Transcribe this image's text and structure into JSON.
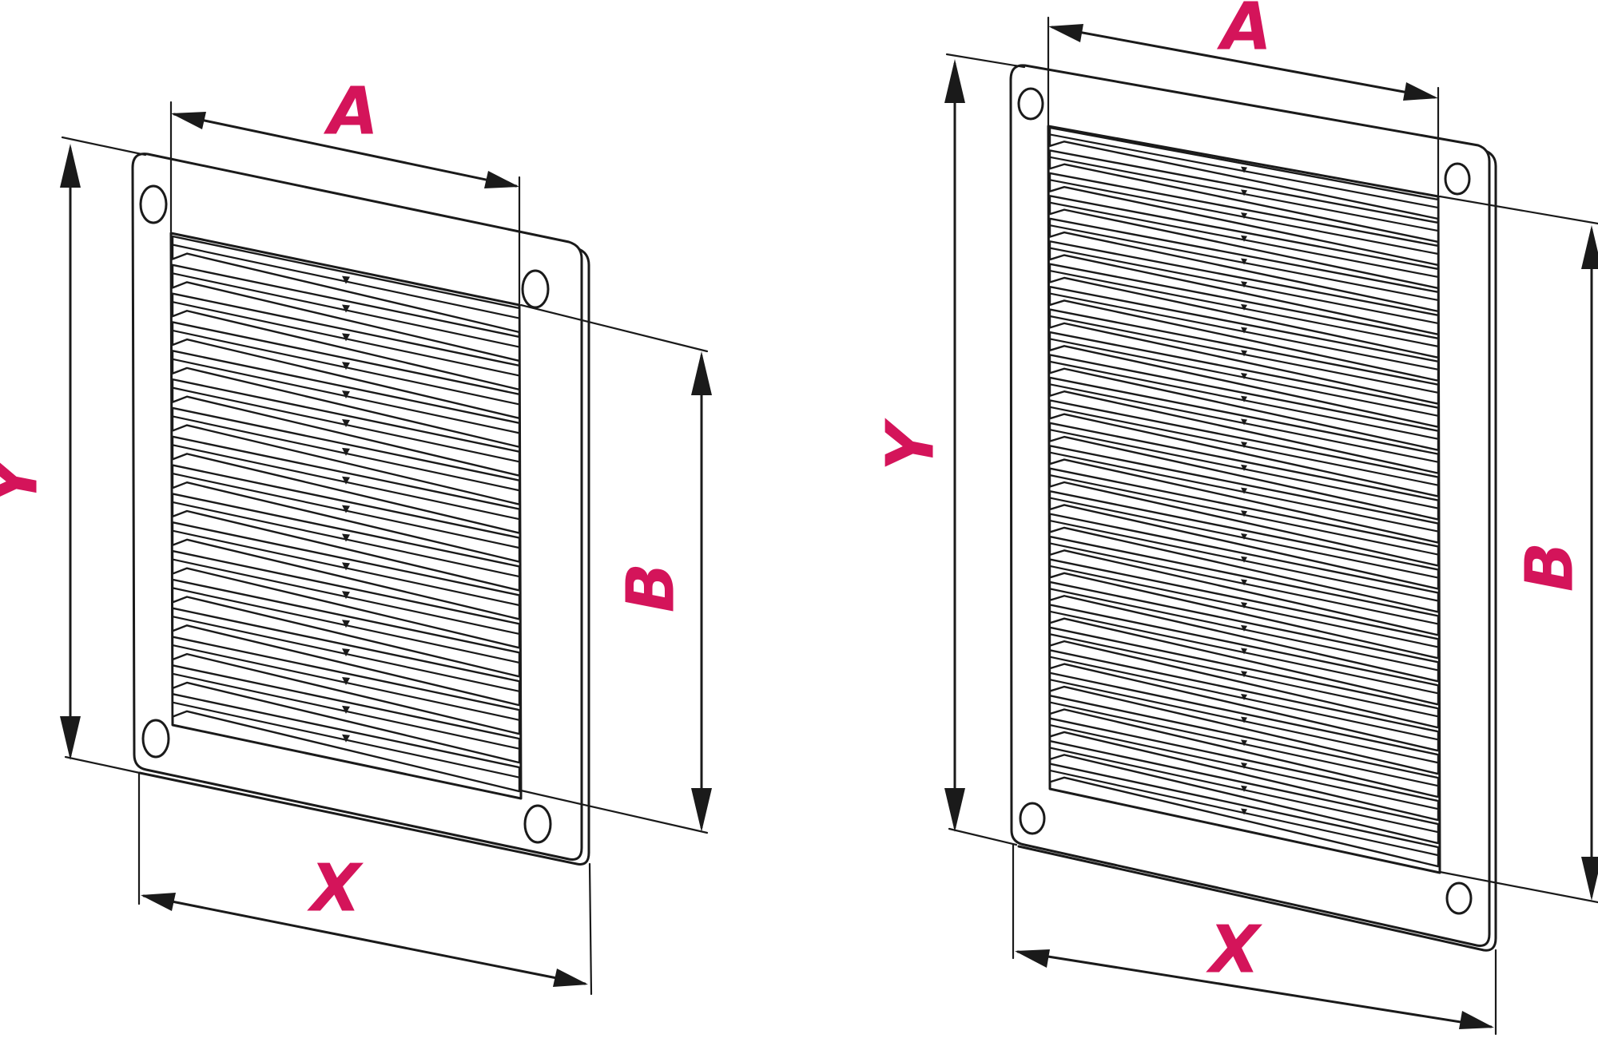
{
  "colors": {
    "label": "#d4145a",
    "line": "#1a1a1a",
    "background": "#ffffff"
  },
  "grilles": [
    {
      "id": "small",
      "slats": 17,
      "labels": {
        "a": "A",
        "b": "B",
        "x": "X",
        "y": "Y"
      }
    },
    {
      "id": "large",
      "slats": 29,
      "labels": {
        "a": "A",
        "b": "B",
        "x": "X",
        "y": "Y"
      }
    }
  ]
}
